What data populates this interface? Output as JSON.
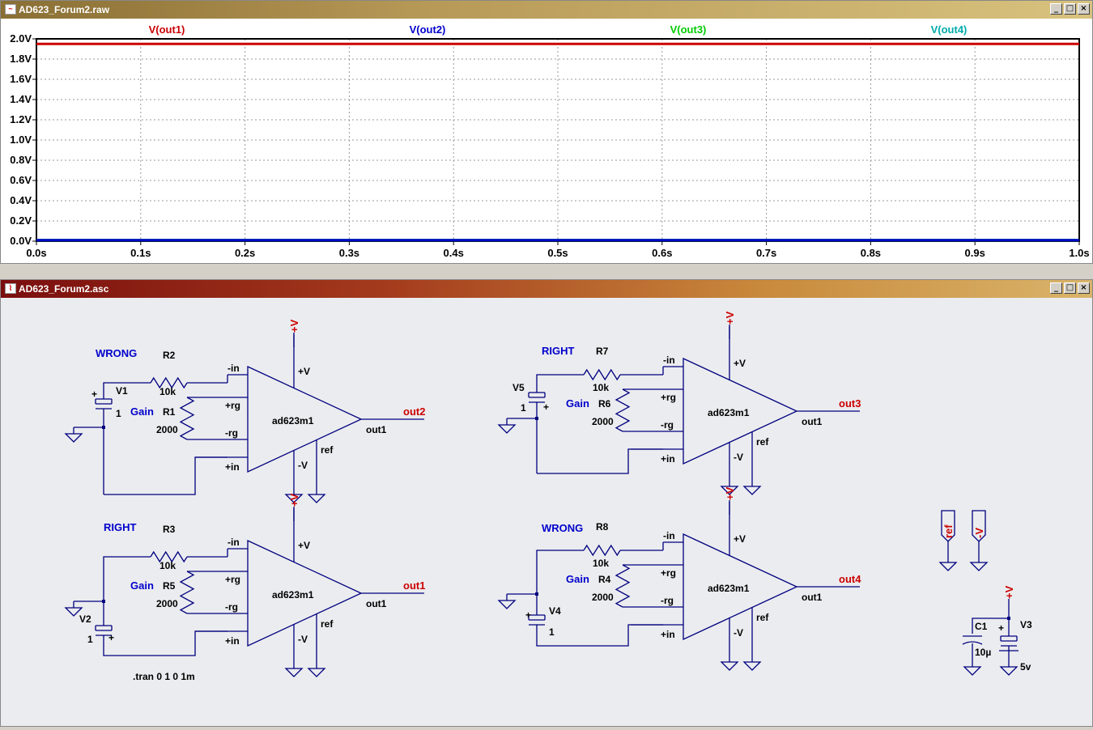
{
  "plot_window": {
    "title": "AD623_Forum2.raw",
    "controls": [
      "_",
      "□",
      "×"
    ],
    "traces": [
      {
        "name": "V(out1)",
        "color": "#cc0000"
      },
      {
        "name": "V(out2)",
        "color": "#0000cc"
      },
      {
        "name": "V(out3)",
        "color": "#00cc00"
      },
      {
        "name": "V(out4)",
        "color": "#00aaaa"
      }
    ]
  },
  "chart_data": {
    "type": "line",
    "x": [
      0.0,
      1.0
    ],
    "series": [
      {
        "name": "V(out1)",
        "color": "#cc0000",
        "values": [
          1.95,
          1.95
        ]
      },
      {
        "name": "V(out2)",
        "color": "#0000cc",
        "values": [
          0.01,
          0.01
        ]
      },
      {
        "name": "V(out3)",
        "color": "#00cc00",
        "values": [
          0.01,
          0.01
        ]
      },
      {
        "name": "V(out4)",
        "color": "#00aaaa",
        "values": [
          0.01,
          0.01
        ]
      }
    ],
    "xlim": [
      0,
      1.0
    ],
    "ylim": [
      0,
      2.0
    ],
    "xticks": [
      "0.0s",
      "0.1s",
      "0.2s",
      "0.3s",
      "0.4s",
      "0.5s",
      "0.6s",
      "0.7s",
      "0.8s",
      "0.9s",
      "1.0s"
    ],
    "yticks": [
      "2.0V",
      "1.8V",
      "1.6V",
      "1.4V",
      "1.2V",
      "1.0V",
      "0.8V",
      "0.6V",
      "0.4V",
      "0.2V",
      "0.0V"
    ],
    "grid": true
  },
  "schematic_window": {
    "title": "AD623_Forum2.asc",
    "controls": [
      "_",
      "□",
      "×"
    ],
    "directive": ".tran 0 1 0 1m",
    "circuits": [
      {
        "tag": "WRONG",
        "source": "V1",
        "source_value": "1",
        "r_in": "R2",
        "r_in_value": "10k",
        "gain_label": "Gain",
        "r_gain": "R1",
        "r_gain_value": "2000",
        "amp": "ad623m1",
        "out_pin": "out1",
        "net": "out2"
      },
      {
        "tag": "RIGHT",
        "source": "V2",
        "source_value": "1",
        "r_in": "R3",
        "r_in_value": "10k",
        "gain_label": "Gain",
        "r_gain": "R5",
        "r_gain_value": "2000",
        "amp": "ad623m1",
        "out_pin": "out1",
        "net": "out1"
      },
      {
        "tag": "RIGHT",
        "source": "V5",
        "source_value": "1",
        "r_in": "R7",
        "r_in_value": "10k",
        "gain_label": "Gain",
        "r_gain": "R6",
        "r_gain_value": "2000",
        "amp": "ad623m1",
        "out_pin": "out1",
        "net": "out3"
      },
      {
        "tag": "WRONG",
        "source": "V4",
        "source_value": "1",
        "r_in": "R8",
        "r_in_value": "10k",
        "gain_label": "Gain",
        "r_gain": "R4",
        "r_gain_value": "2000",
        "amp": "ad623m1",
        "out_pin": "out1",
        "net": "out4"
      }
    ],
    "pins": {
      "minus_in": "-in",
      "plus_in": "+in",
      "plus_rg": "+rg",
      "minus_rg": "-rg",
      "plus_v": "+V",
      "minus_v": "-V",
      "ref": "ref"
    },
    "supply": {
      "ref_label": "ref",
      "negv_label": "-V",
      "posv_label": "+V",
      "cap": "C1",
      "cap_value": "10µ",
      "src": "V3",
      "src_value": "5v"
    }
  }
}
